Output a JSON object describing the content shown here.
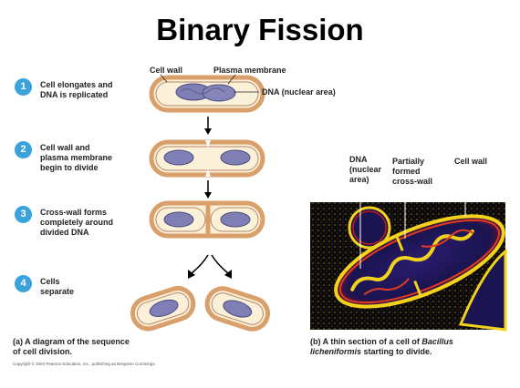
{
  "slide": {
    "title": "Binary Fission",
    "steps": [
      {
        "number": "1",
        "text": "Cell elongates and\nDNA is replicated"
      },
      {
        "number": "2",
        "text": "Cell wall and\nplasma membrane\nbegin to divide"
      },
      {
        "number": "3",
        "text": "Cross-wall forms\ncompletely around\ndivided DNA"
      },
      {
        "number": "4",
        "text": "Cells\nseparate"
      }
    ],
    "labels": {
      "cell_wall": "Cell wall",
      "plasma_membrane": "Plasma membrane",
      "dna": "DNA (nuclear area)",
      "micro_dna": "DNA\n(nuclear\narea)",
      "micro_crosswall": "Partially\nformed\ncross-wall",
      "micro_cellwall": "Cell wall"
    },
    "captions": {
      "a": "(a) A diagram of the sequence\nof cell division.",
      "b_prefix": "(b) A thin section of a cell of ",
      "b_italic1": "Bacillus",
      "b_italic2": "licheniformis",
      "b_suffix": " starting to divide."
    },
    "footer": "Copyright © 2004 Pearson Education, Inc., publishing as Benjamin Cummings.",
    "colors": {
      "cell_wall": "#d9a06b",
      "cytoplasm": "#fbf0d8",
      "dna": "#7f7fb6",
      "step_badge": "#3aa3dc"
    }
  }
}
